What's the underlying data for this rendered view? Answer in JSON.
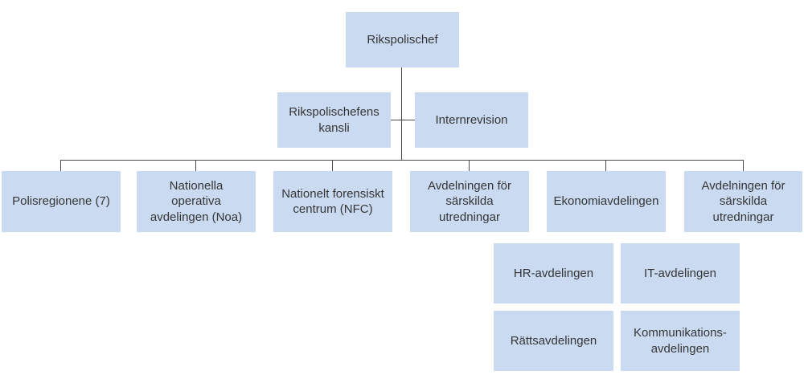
{
  "org_chart": {
    "root": {
      "label": "Rikspolischef"
    },
    "staff_units": [
      {
        "label": "Rikspolischefens\nkansli"
      },
      {
        "label": "Internrevision"
      }
    ],
    "departments": [
      {
        "label": "Polisregionene (7)"
      },
      {
        "label": "Nationella\noperativa\navdelingen (Noa)"
      },
      {
        "label": "Nationelt forensiskt\ncentrum (NFC)"
      },
      {
        "label": "Avdelningen för\nsärskilda\nutredningar"
      },
      {
        "label": "Ekonomiavdelingen"
      },
      {
        "label": "Avdelningen för\nsärskilda\nutredningar"
      }
    ],
    "sub_departments": [
      {
        "label": "HR-avdelingen"
      },
      {
        "label": "IT-avdelingen"
      },
      {
        "label": "Rättsavdelingen"
      },
      {
        "label": "Kommunikations-\navdelingen"
      }
    ]
  },
  "colors": {
    "background": "#ffffff",
    "box_fill": "#c9daf1",
    "connector_line": "#4a4a4a",
    "text": "#363636"
  }
}
